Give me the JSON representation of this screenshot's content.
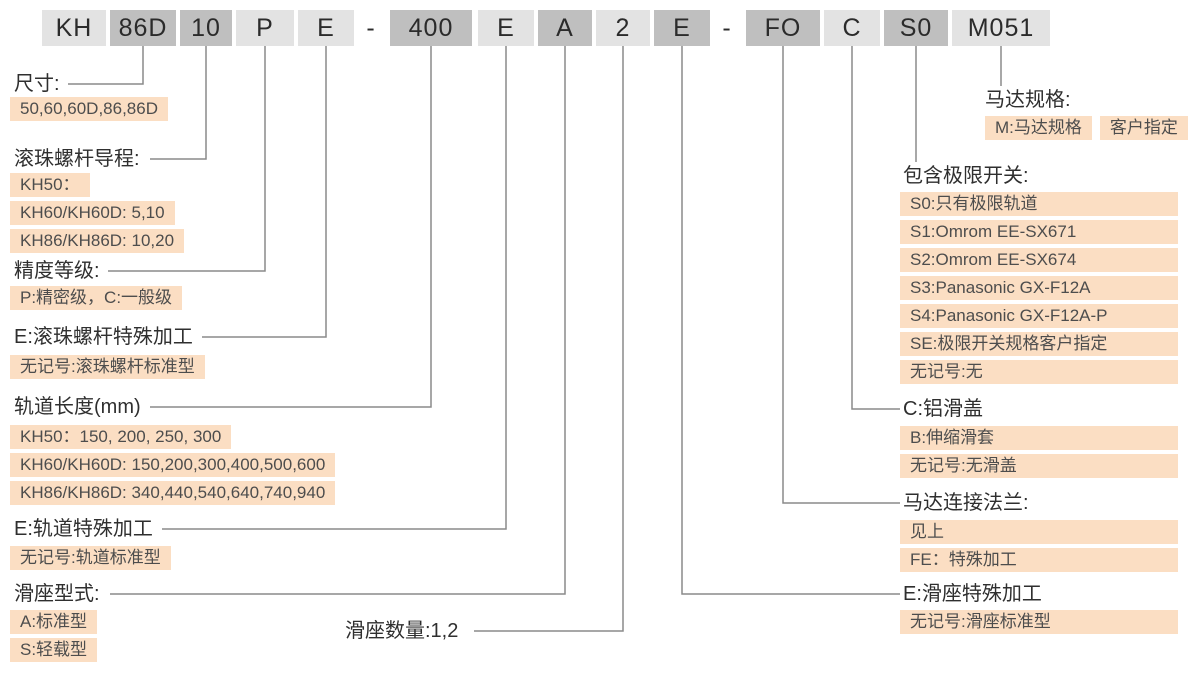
{
  "colors": {
    "box_light": "#e3e3e3",
    "box_dark": "#bfbfbf",
    "highlight": "#fbdec3",
    "line": "#8a8a8a",
    "text": "#2b2b2b"
  },
  "model_code": {
    "segments": [
      {
        "text": "KH",
        "shade": "light"
      },
      {
        "text": "86D",
        "shade": "dark"
      },
      {
        "text": "10",
        "shade": "dark"
      },
      {
        "text": "P",
        "shade": "light"
      },
      {
        "text": "E",
        "shade": "light"
      },
      {
        "text": "-",
        "shade": "none"
      },
      {
        "text": "400",
        "shade": "dark"
      },
      {
        "text": "E",
        "shade": "light"
      },
      {
        "text": "A",
        "shade": "dark"
      },
      {
        "text": "2",
        "shade": "light"
      },
      {
        "text": "E",
        "shade": "dark"
      },
      {
        "text": "-",
        "shade": "none"
      },
      {
        "text": "FO",
        "shade": "dark"
      },
      {
        "text": "C",
        "shade": "light"
      },
      {
        "text": "S0",
        "shade": "dark"
      },
      {
        "text": "M051",
        "shade": "light"
      }
    ]
  },
  "annotations": {
    "size": {
      "label": "尺寸:",
      "options": [
        "50,60,60D,86,86D"
      ]
    },
    "ball_screw_lead": {
      "label": "滚珠螺杆导程:",
      "options": [
        "KH50：",
        "KH60/KH60D: 5,10",
        "KH86/KH86D: 10,20"
      ]
    },
    "accuracy_grade": {
      "label": "精度等级:",
      "options": [
        "P:精密级，C:一般级"
      ]
    },
    "ball_screw_special": {
      "label": "E:滚珠螺杆特殊加工",
      "options": [
        "无记号:滚珠螺杆标准型"
      ]
    },
    "rail_length": {
      "label": "轨道长度(mm)",
      "options": [
        "KH50：150, 200, 250, 300",
        "KH60/KH60D: 150,200,300,400,500,600",
        "KH86/KH86D: 340,440,540,640,740,940"
      ]
    },
    "rail_special": {
      "label": "E:轨道特殊加工",
      "options": [
        "无记号:轨道标准型"
      ]
    },
    "slider_type": {
      "label": "滑座型式:",
      "options": [
        "A:标准型",
        "S:轻载型"
      ]
    },
    "slider_count": {
      "label": "滑座数量:1,2"
    },
    "motor_spec": {
      "label": "马达规格:",
      "options": [
        "M:马达规格",
        "客户指定"
      ]
    },
    "limit_switch": {
      "label": "包含极限开关:",
      "options": [
        "S0:只有极限轨道",
        "S1:Omrom EE-SX671",
        "S2:Omrom EE-SX674",
        "S3:Panasonic GX-F12A",
        "S4:Panasonic GX-F12A-P",
        "SE:极限开关规格客户指定",
        "无记号:无"
      ]
    },
    "slide_cover": {
      "label": "C:铝滑盖",
      "options": [
        "B:伸缩滑套",
        "无记号:无滑盖"
      ]
    },
    "motor_flange": {
      "label": "马达连接法兰:",
      "options": [
        "见上",
        "FE：特殊加工"
      ]
    },
    "slider_special": {
      "label": "E:滑座特殊加工",
      "options": [
        "无记号:滑座标准型"
      ]
    }
  }
}
